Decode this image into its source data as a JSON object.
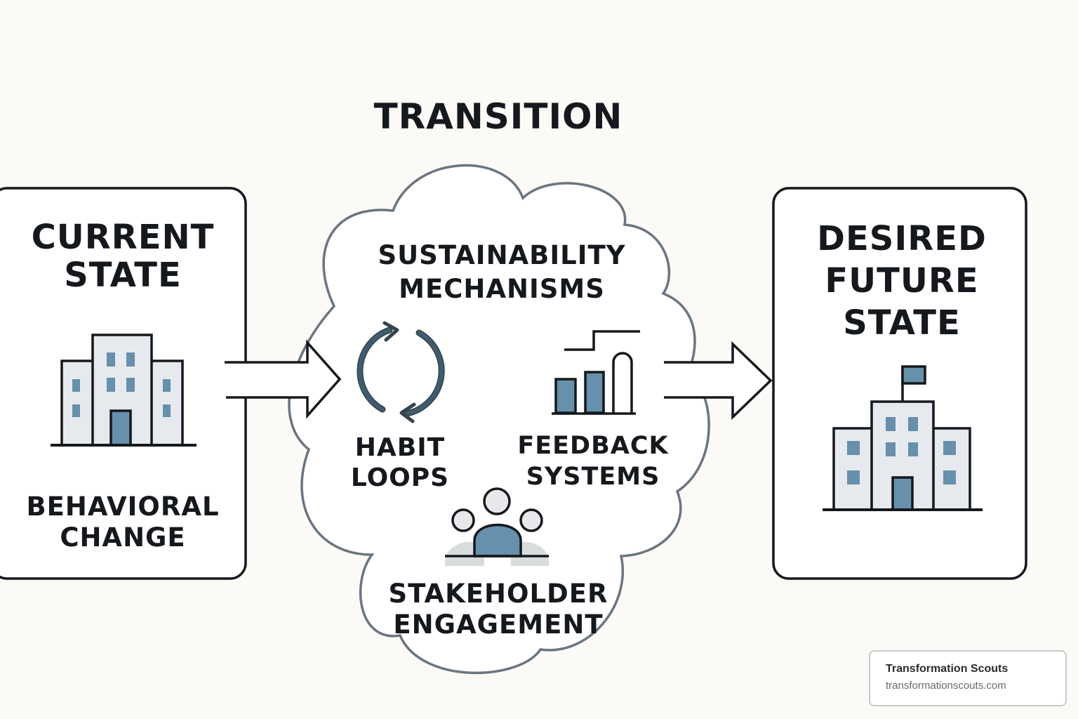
{
  "title": "TRANSITION",
  "current_state": {
    "title_lines": [
      "CURRENT",
      "STATE"
    ],
    "caption_lines": [
      "BEHAVIORAL",
      "CHANGE"
    ]
  },
  "desired_state": {
    "title_lines": [
      "DESIRED",
      "FUTURE",
      "STATE"
    ]
  },
  "transition_cloud": {
    "heading_lines": [
      "SUSTAINABILITY",
      "MECHANISMS"
    ],
    "habit_lines": [
      "HABIT",
      "LOOPS"
    ],
    "feedback_lines": [
      "FEEDBACK",
      "SYSTEMS"
    ],
    "stakeholder_lines": [
      "STAKEHOLDER",
      "ENGAGEMENT"
    ]
  },
  "icons": {
    "current": "office-building-icon",
    "desired": "office-building-flag-icon",
    "habit": "cycle-arrows-icon",
    "feedback": "bar-chart-icon",
    "stakeholder": "people-group-icon"
  },
  "colors": {
    "ink": "#15181c",
    "accent_blue": "#6690ab",
    "building_fill": "#e6eaee",
    "cloud_outline": "#6b7580",
    "background": "#fbfaf7"
  },
  "badge": {
    "name": "Transformation Scouts",
    "url": "transformationscouts.com"
  }
}
